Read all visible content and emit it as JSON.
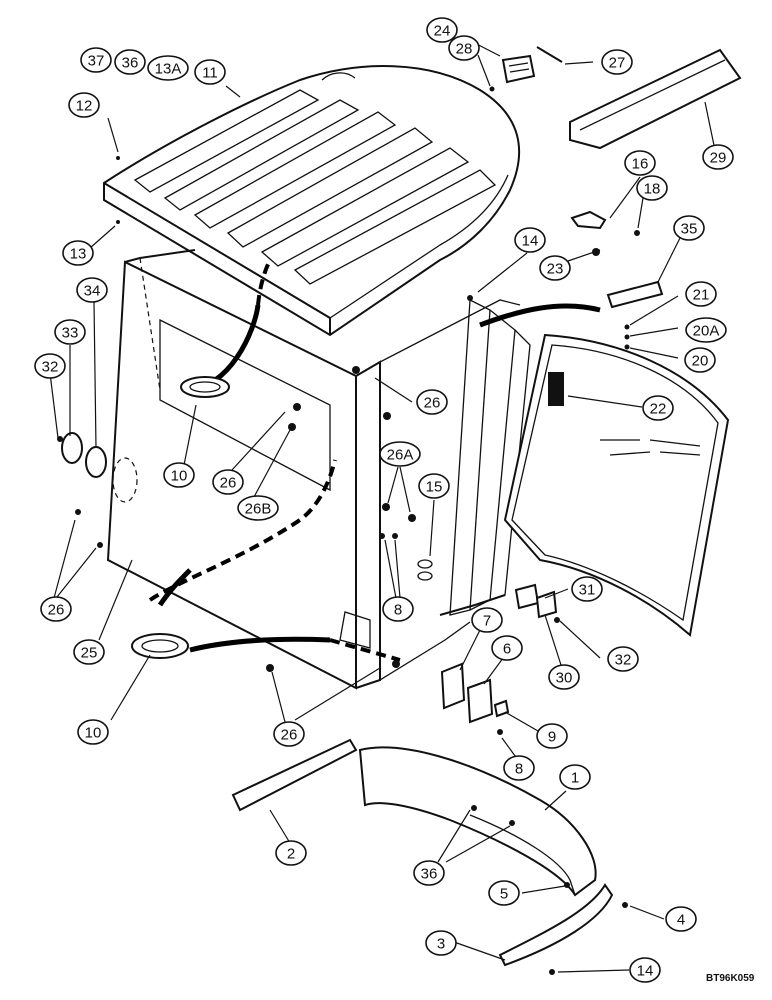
{
  "figure_code": "BT96K059",
  "callouts": [
    {
      "id": "c37",
      "label": "37"
    },
    {
      "id": "c36a",
      "label": "36"
    },
    {
      "id": "c13a",
      "label": "13A"
    },
    {
      "id": "c11",
      "label": "11"
    },
    {
      "id": "c12",
      "label": "12"
    },
    {
      "id": "c13",
      "label": "13"
    },
    {
      "id": "c24",
      "label": "24"
    },
    {
      "id": "c28",
      "label": "28"
    },
    {
      "id": "c27",
      "label": "27"
    },
    {
      "id": "c29",
      "label": "29"
    },
    {
      "id": "c16",
      "label": "16"
    },
    {
      "id": "c18",
      "label": "18"
    },
    {
      "id": "c14a",
      "label": "14"
    },
    {
      "id": "c23",
      "label": "23"
    },
    {
      "id": "c35",
      "label": "35"
    },
    {
      "id": "c21",
      "label": "21"
    },
    {
      "id": "c20a",
      "label": "20A"
    },
    {
      "id": "c20",
      "label": "20"
    },
    {
      "id": "c34",
      "label": "34"
    },
    {
      "id": "c33",
      "label": "33"
    },
    {
      "id": "c32a",
      "label": "32"
    },
    {
      "id": "c22",
      "label": "22"
    },
    {
      "id": "c26a",
      "label": "26"
    },
    {
      "id": "c10a",
      "label": "10"
    },
    {
      "id": "c26b",
      "label": "26"
    },
    {
      "id": "c26B",
      "label": "26B"
    },
    {
      "id": "c26A",
      "label": "26A"
    },
    {
      "id": "c15",
      "label": "15"
    },
    {
      "id": "c26c",
      "label": "26"
    },
    {
      "id": "c25",
      "label": "25"
    },
    {
      "id": "c8a",
      "label": "8"
    },
    {
      "id": "c31",
      "label": "31"
    },
    {
      "id": "c7",
      "label": "7"
    },
    {
      "id": "c6",
      "label": "6"
    },
    {
      "id": "c32b",
      "label": "32"
    },
    {
      "id": "c30",
      "label": "30"
    },
    {
      "id": "c10b",
      "label": "10"
    },
    {
      "id": "c26d",
      "label": "26"
    },
    {
      "id": "c9",
      "label": "9"
    },
    {
      "id": "c8b",
      "label": "8"
    },
    {
      "id": "c1",
      "label": "1"
    },
    {
      "id": "c2",
      "label": "2"
    },
    {
      "id": "c36b",
      "label": "36"
    },
    {
      "id": "c5",
      "label": "5"
    },
    {
      "id": "c4",
      "label": "4"
    },
    {
      "id": "c3",
      "label": "3"
    },
    {
      "id": "c14b",
      "label": "14"
    }
  ]
}
